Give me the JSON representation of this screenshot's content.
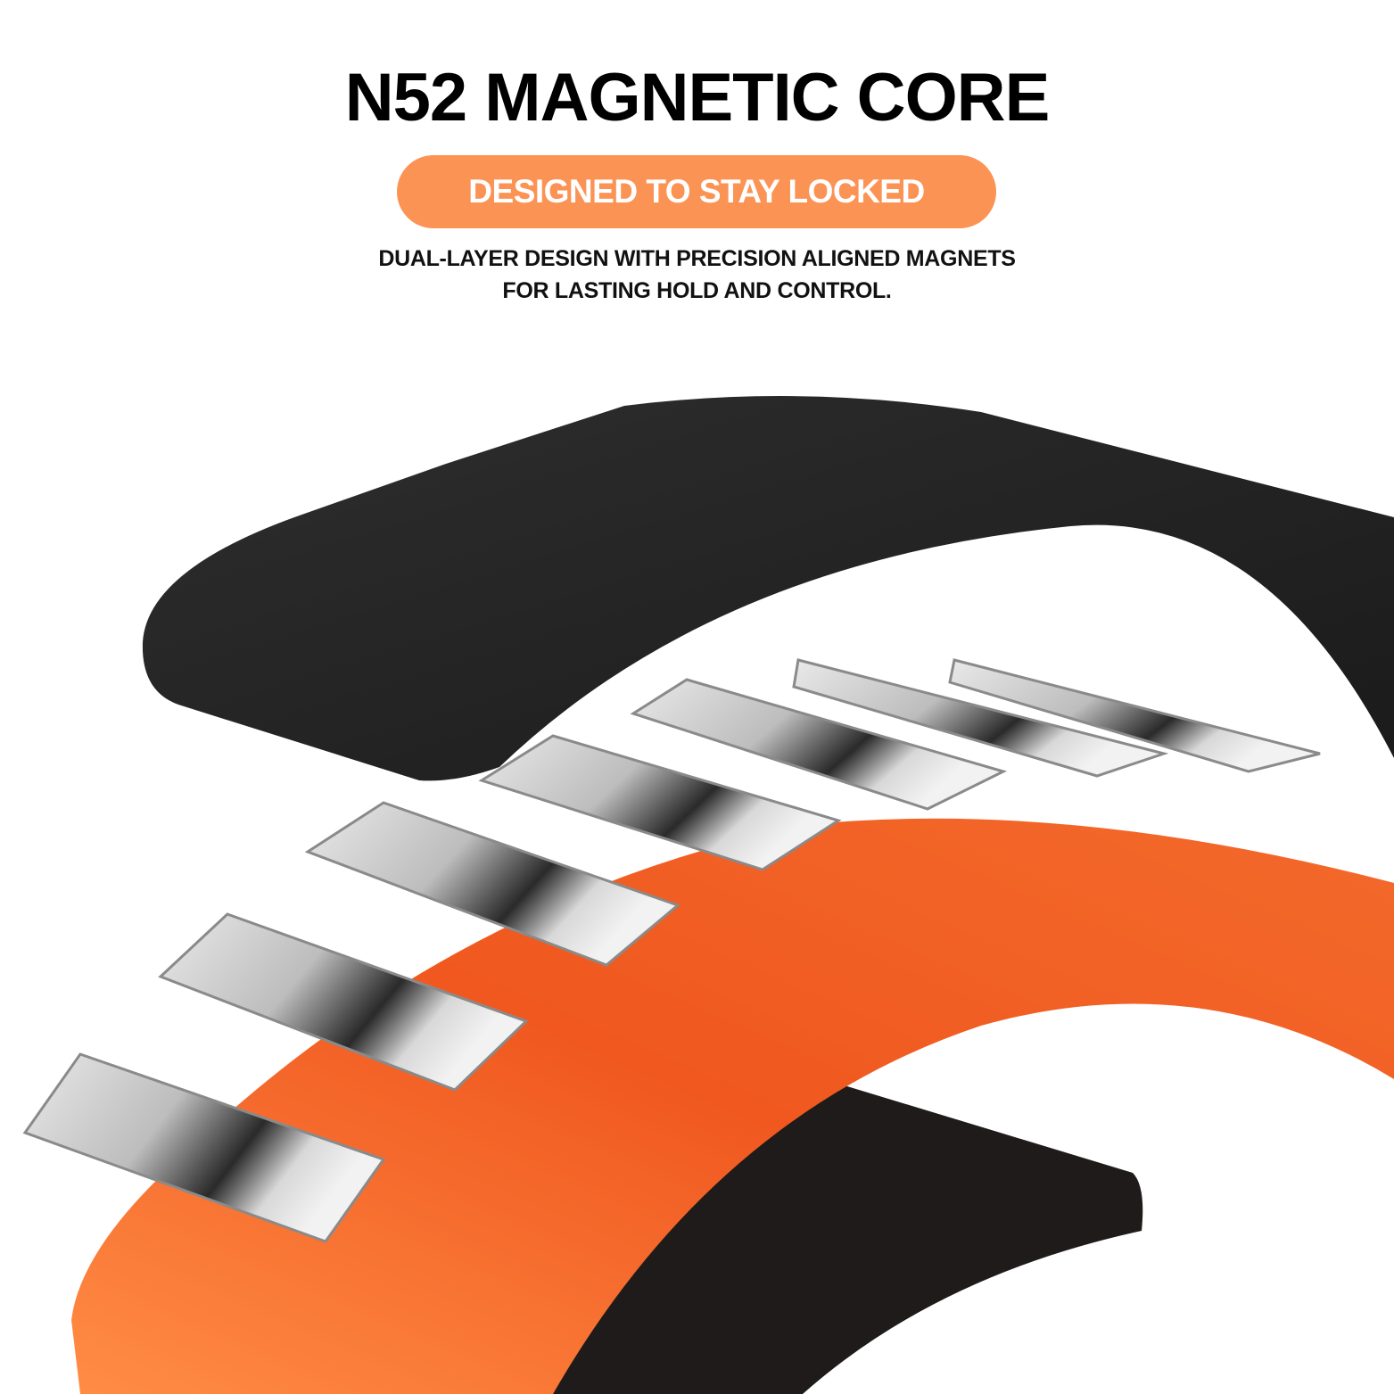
{
  "header": {
    "title": "N52 MAGNETIC CORE",
    "badge": "DESIGNED TO STAY LOCKED",
    "description_line1": "DUAL-LAYER DESIGN WITH PRECISION ALIGNED MAGNETS",
    "description_line2": "FOR LASTING HOLD AND CONTROL."
  },
  "colors": {
    "accent": "#fb9355",
    "band_orange": "#f26a2a",
    "band_black": "#242424",
    "magnet": "#c9c9c9"
  }
}
